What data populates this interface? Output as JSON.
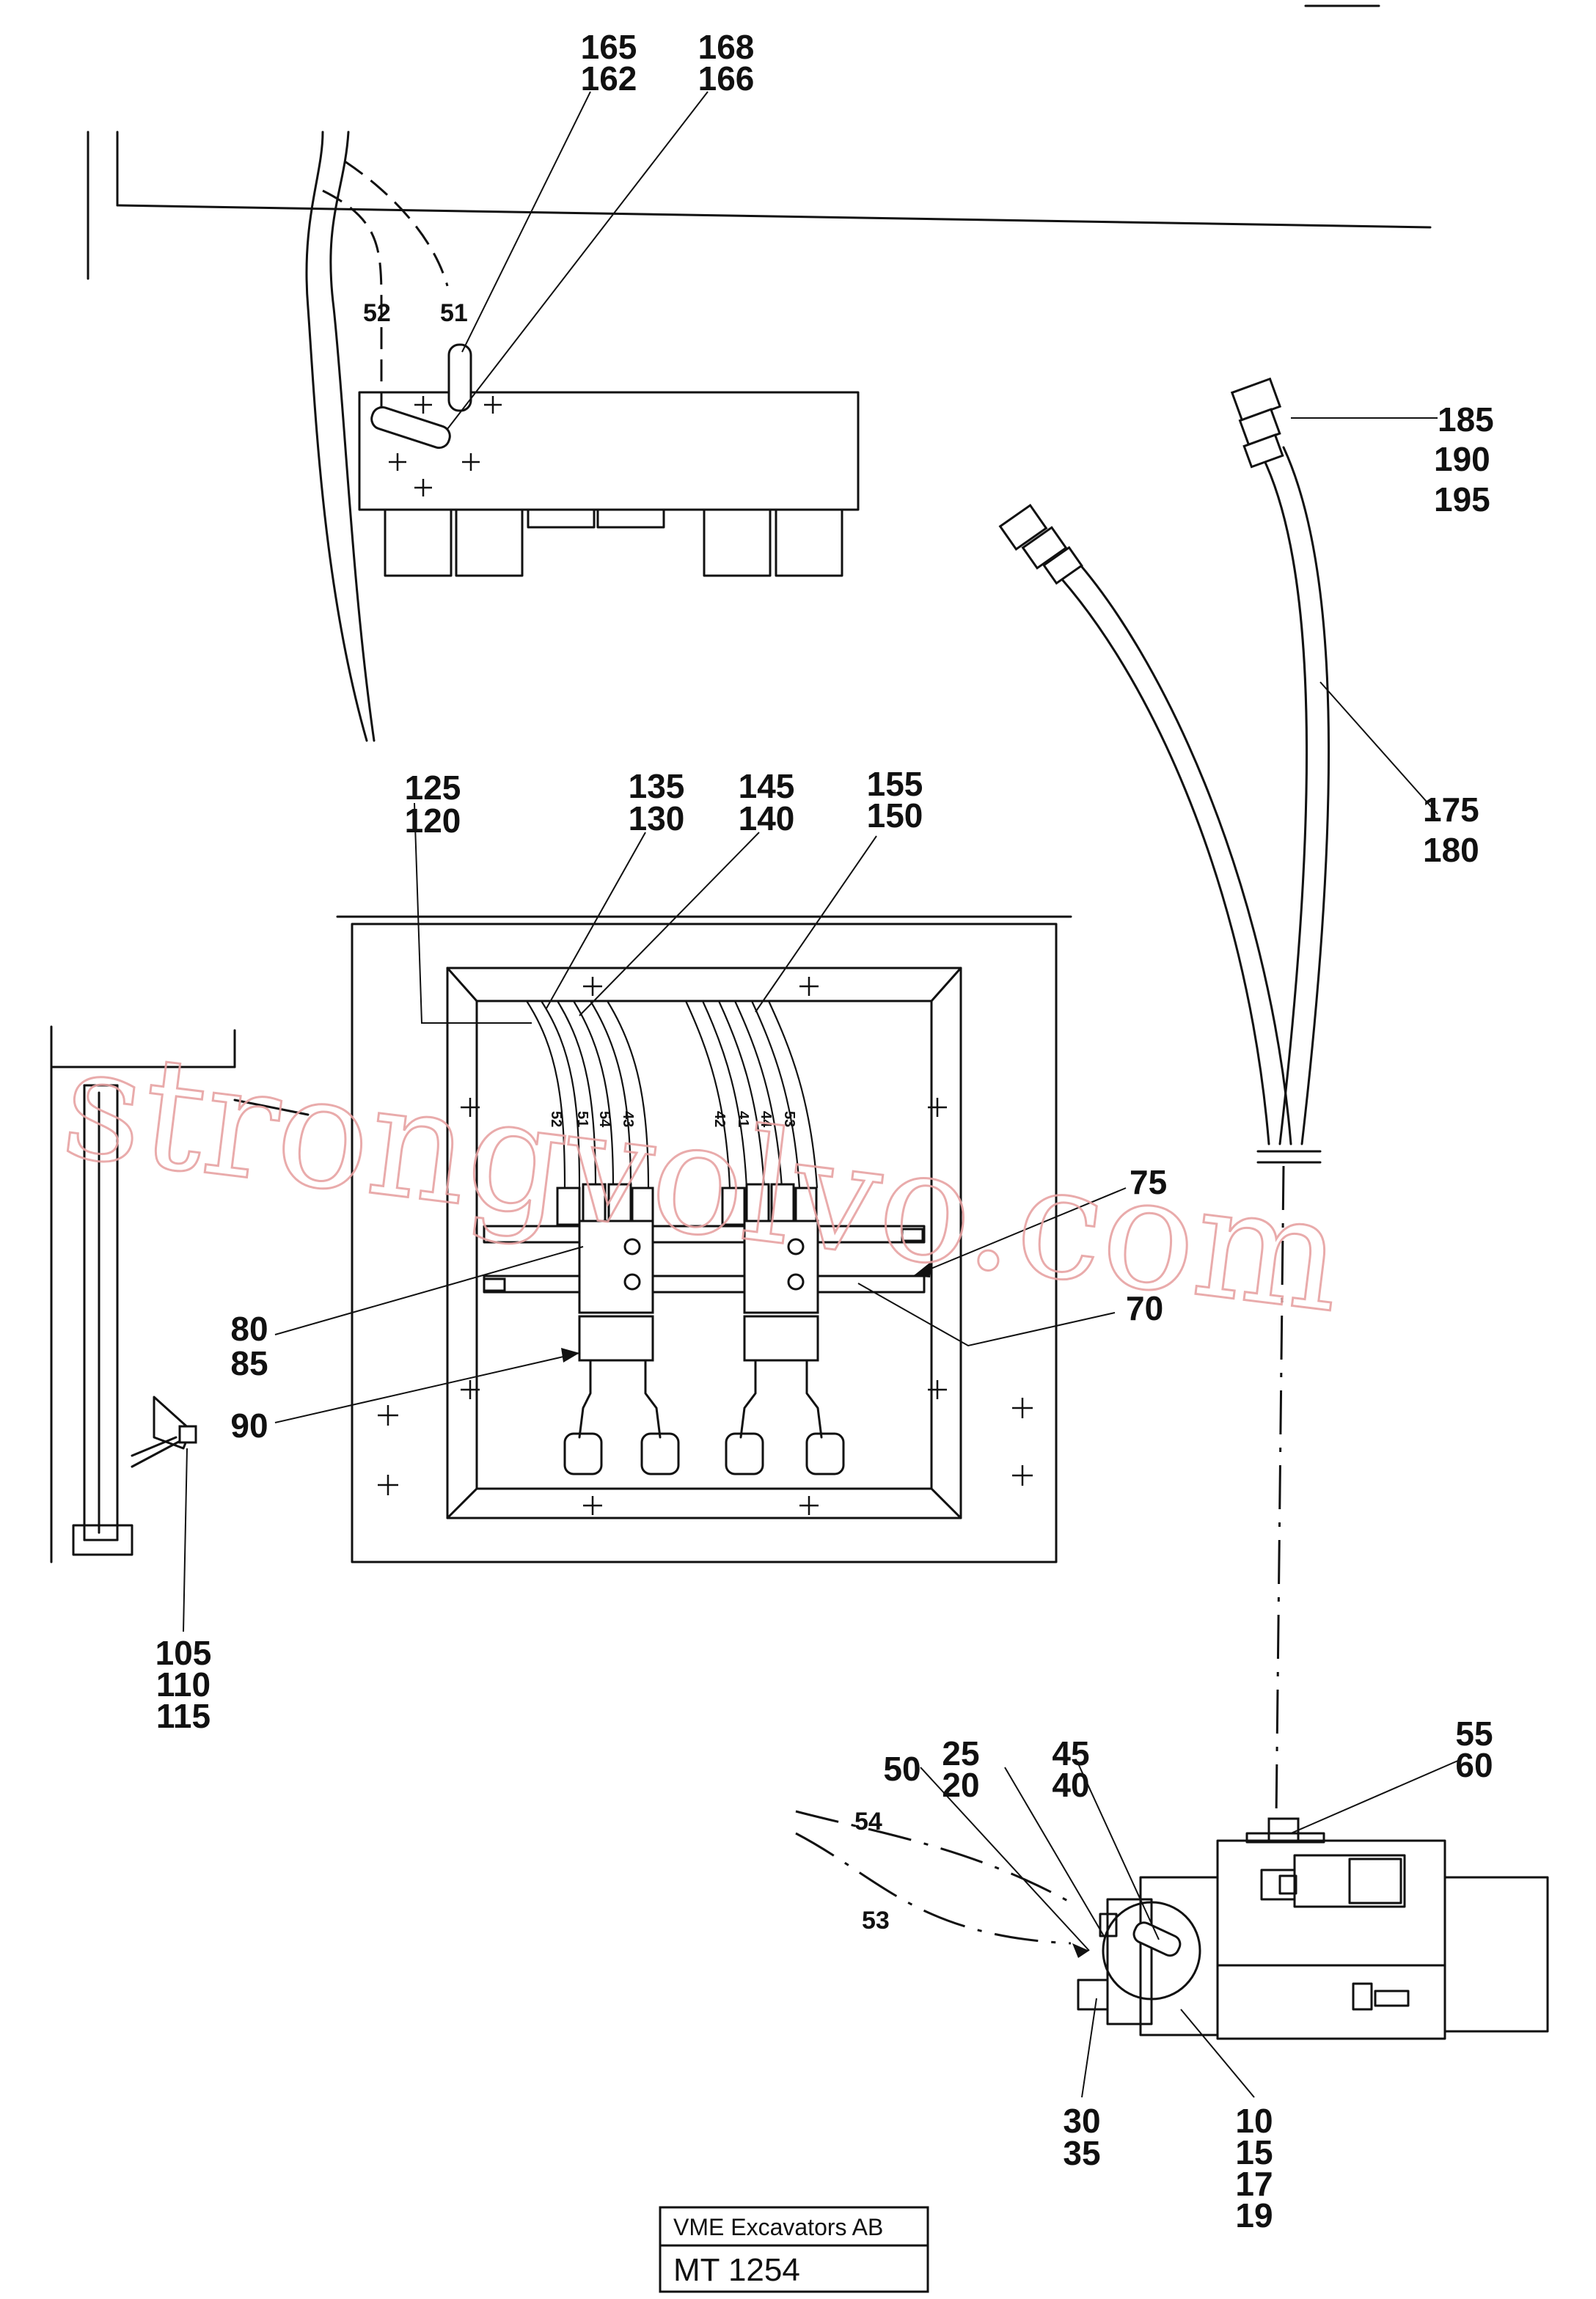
{
  "watermark": "strongvolvo.com",
  "title_block": {
    "company": "VME Excavators AB",
    "drawing_number": "MT 1254"
  },
  "callouts": {
    "c_165_162": [
      "165",
      "162"
    ],
    "c_168_166": [
      "168",
      "166"
    ],
    "c_185_190_195": [
      "185",
      "190",
      "195"
    ],
    "c_175_180": [
      "175",
      "180"
    ],
    "c_125_120": [
      "125",
      "120"
    ],
    "c_135_130": [
      "135",
      "130"
    ],
    "c_145_140": [
      "145",
      "140"
    ],
    "c_155_150": [
      "155",
      "150"
    ],
    "c_75": [
      "75"
    ],
    "c_70": [
      "70"
    ],
    "c_80_85": [
      "80",
      "85"
    ],
    "c_90": [
      "90"
    ],
    "c_105_110_115": [
      "105",
      "110",
      "115"
    ],
    "c_25_20": [
      "25",
      "20"
    ],
    "c_45_40": [
      "45",
      "40"
    ],
    "c_50": [
      "50"
    ],
    "c_55_60": [
      "55",
      "60"
    ],
    "c_30_35": [
      "30",
      "35"
    ],
    "c_10_15_17_19": [
      "10",
      "15",
      "17",
      "19"
    ]
  },
  "hose_marks": {
    "top_52": "52",
    "top_51": "51",
    "bottom_54": "54",
    "bottom_53": "53",
    "panel_left": [
      "52",
      "51",
      "54",
      "43"
    ],
    "panel_right": [
      "42",
      "41",
      "44",
      "53"
    ]
  }
}
